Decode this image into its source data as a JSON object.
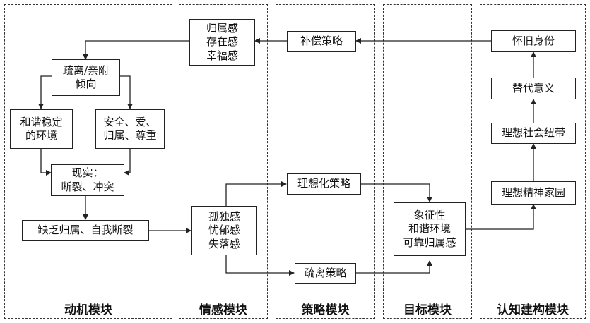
{
  "modules": {
    "motivation": "动机模块",
    "emotion": "情感模块",
    "strategy": "策略模块",
    "goal": "目标模块",
    "cognitive": "认知建构模块"
  },
  "nodes": {
    "belonging_existence_happiness": "归属感\n存在感\n幸福感",
    "compensation_strategy": "补偿策略",
    "nostalgic_identity": "怀旧身份",
    "alternative_meaning": "替代意义",
    "ideal_social_bond": "理想社会纽带",
    "ideal_spiritual_home": "理想精神家园",
    "alienation_attachment": "疏离/亲附\n倾向",
    "harmonious_environment": "和谐稳定\n的环境",
    "safety_love_needs": "安全、爱、\n归属、尊重",
    "reality_conflict": "现实：\n断裂、冲突",
    "lack_belonging": "缺乏归属、自我断裂",
    "loneliness_depression_loss": "孤独感\n忧郁感\n失落感",
    "idealization_strategy": "理想化策略",
    "alienation_strategy": "疏离策略",
    "symbolic_goal": "象征性\n和谐环境\n可靠归属感"
  }
}
